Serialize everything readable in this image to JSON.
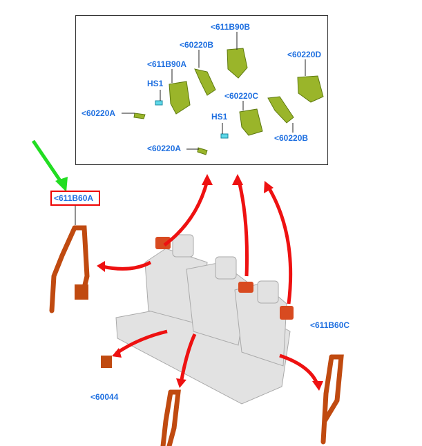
{
  "inset_labels": {
    "b90b": "<611B90B",
    "b220b_top": "<60220B",
    "b90a": "<611B90A",
    "d220d": "<60220D",
    "hs1_a": "HS1",
    "c220c": "<60220C",
    "a220a_left": "<60220A",
    "hs1_b": "HS1",
    "b220b_bottom": "<60220B",
    "a220a_bottom": "<60220A"
  },
  "main_labels": {
    "b60a": "<611B60A",
    "b60c": "<611B60C",
    "p60044": "<60044"
  },
  "colors": {
    "label": "#1e6fe0",
    "arrow": "#ee1111",
    "highlight": "#ee0000",
    "pointer": "#22dd22",
    "belt": "#c04a10",
    "bracket": "#9ab52a",
    "seat": "#d8d8d8"
  }
}
